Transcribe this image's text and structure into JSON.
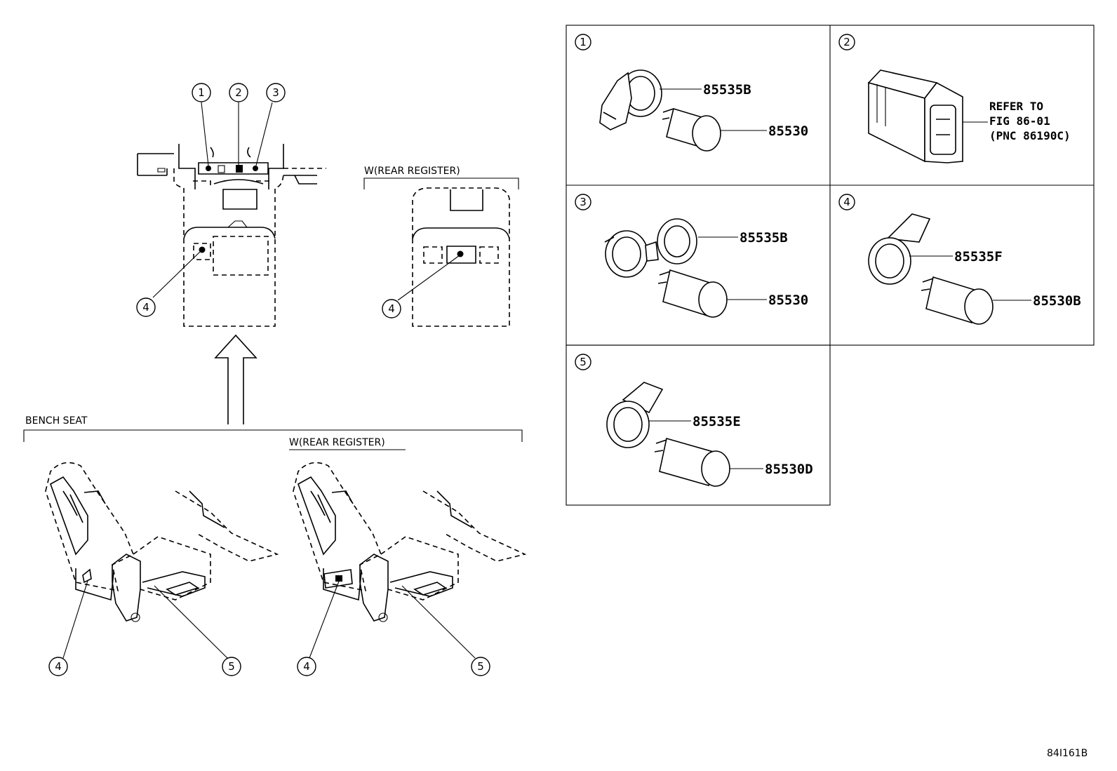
{
  "callouts": [
    "1",
    "2",
    "3",
    "4",
    "5"
  ],
  "section_labels": {
    "rear_register_top": "W(REAR REGISTER)",
    "bench_seat": "BENCH SEAT",
    "rear_register_bottom": "W(REAR REGISTER)"
  },
  "panels": [
    {
      "number": "1",
      "parts": [
        "85535B",
        "85530"
      ]
    },
    {
      "number": "2",
      "note_lines": [
        "REFER TO",
        "FIG 86-01",
        "(PNC 86190C)"
      ]
    },
    {
      "number": "3",
      "parts": [
        "85535B",
        "85530"
      ]
    },
    {
      "number": "4",
      "parts": [
        "85535F",
        "85530B"
      ]
    },
    {
      "number": "5",
      "parts": [
        "85535E",
        "85530D"
      ]
    }
  ],
  "figure_id": "84I161B"
}
